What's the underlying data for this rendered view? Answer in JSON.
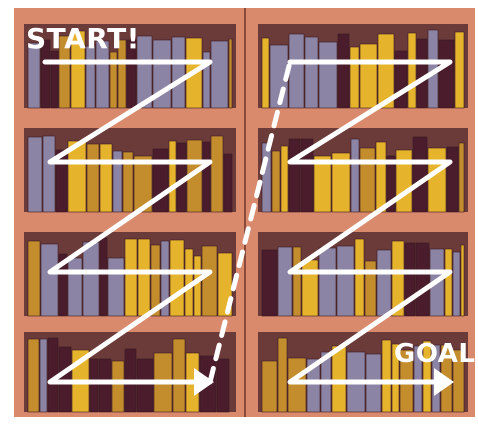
{
  "labels": {
    "start": "START!",
    "goal": "GOAL!"
  },
  "colors": {
    "frame": "#d98a6c",
    "shelf_back": "#6b3b3a",
    "book_purple": "#8c84a4",
    "book_gold": "#e6b42c",
    "book_maroon": "#4a1c2c",
    "book_brown": "#c38c2c",
    "path": "#ffffff"
  },
  "description": {
    "bookcases": 2,
    "shelves_per_bookcase": 4,
    "path_style": "zigzag with arrowheads, dashed connector between bookcases"
  }
}
